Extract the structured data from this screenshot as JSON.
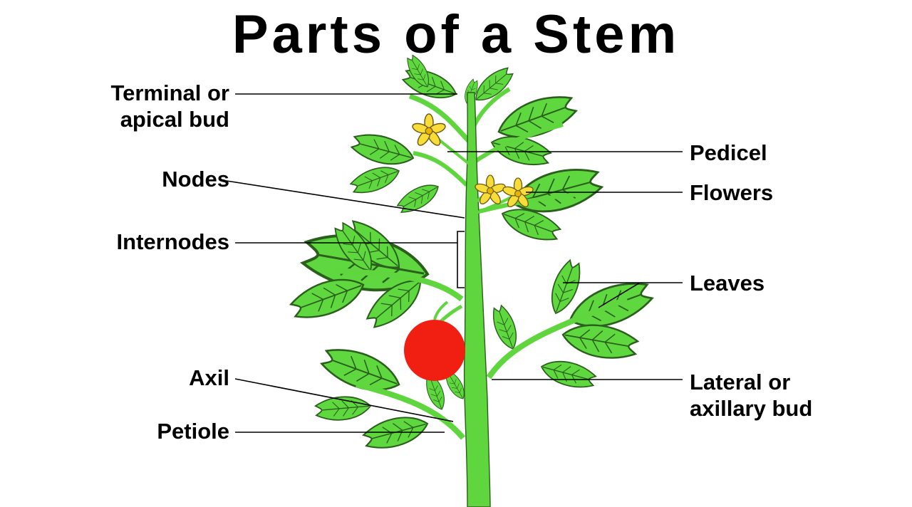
{
  "title": "Parts of a Stem",
  "labels": {
    "terminal_bud": [
      "Terminal or",
      "apical bud"
    ],
    "nodes": "Nodes",
    "internodes": "Internodes",
    "axil": "Axil",
    "petiole": "Petiole",
    "pedicel": "Pedicel",
    "flowers": "Flowers",
    "leaves": "Leaves",
    "lateral_bud": [
      "Lateral or",
      "axillary bud"
    ]
  },
  "colors": {
    "leaf": "#5fd840",
    "leaf_outline": "#2a5f1c",
    "stem": "#60d63e",
    "flower": "#f7dc3a",
    "tomato": "#f01f12",
    "line": "#000000"
  }
}
